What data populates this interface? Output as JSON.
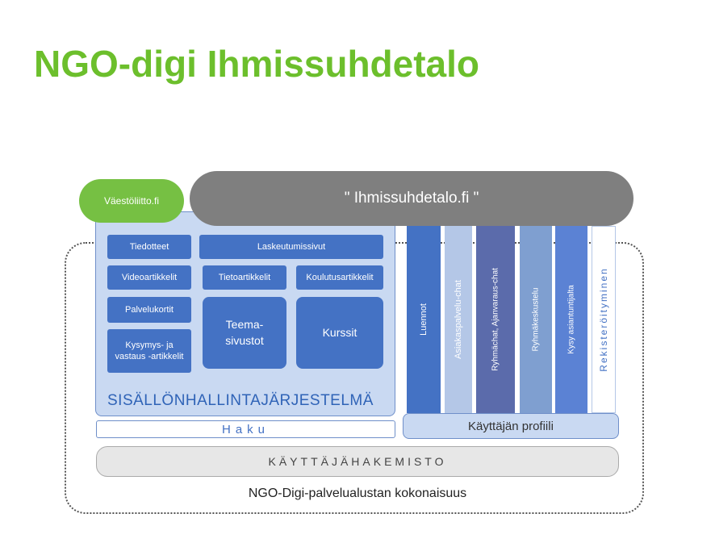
{
  "title": "NGO-digi Ihmissuhdetalo",
  "diagram": {
    "vaestoliitto": "Väestöliitto.fi",
    "ihmissuhdetalo": "\" Ihmissuhdetalo.fi \"",
    "cms_label": "SISÄLLÖNHALLINTAJÄRJESTELMÄ",
    "cms_blocks": {
      "tiedotteet": "Tiedotteet",
      "laskeutumissivut": "Laskeutumissivut",
      "videoartikkelit": "Videoartikkelit",
      "tietoartikkelit": "Tietoartikkelit",
      "koulutusartikkelit": "Koulutusartikkelit",
      "palvelukortit": "Palvelukortit",
      "kysymys_line1": "Kysymys- ja",
      "kysymys_line2": "vastaus -artikkelit",
      "teema_line1": "Teema-",
      "teema_line2": "sivustot",
      "kurssit": "Kurssit"
    },
    "columns": {
      "luennot": "Luennot",
      "asiakaspalvelu": "Asiakaspalvelu-chat",
      "ryhmachat": "Ryhmächat, Ajanvaraus-chat",
      "ryhmakeskustelu": "Ryhmäkeskustelu",
      "kysy": "Kysy asiantuntijalta",
      "rekisteroityminen": "Rekisteröityminen"
    },
    "colors": {
      "luennot": "#4472c4",
      "asiakaspalvelu": "#b4c7e7",
      "ryhmachat": "#5b6bab",
      "ryhmakeskustelu": "#7f9fd0",
      "kysy": "#5b82d4",
      "rekisteroityminen": "#ffffff"
    },
    "haku": "Haku",
    "kayttajan_profiili": "Käyttäjän profiili",
    "kayttajahakemisto": "KÄYTTÄJÄHAKEMISTO",
    "footer": "NGO-Digi-palvelualustan kokonaisuus"
  }
}
